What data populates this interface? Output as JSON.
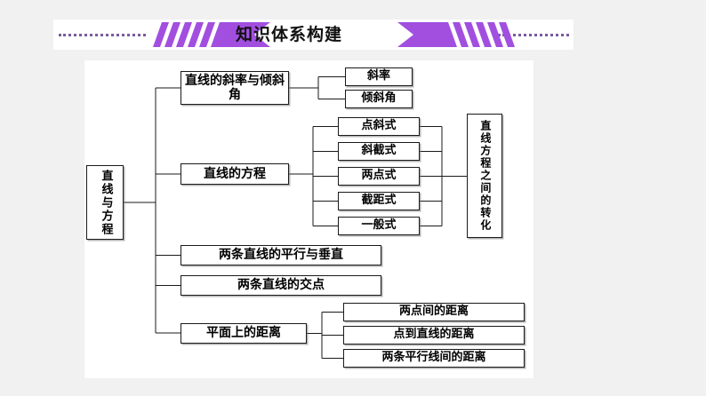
{
  "header": {
    "title": "知识体系构建",
    "accent_color": "#a24fe0",
    "dot_color": "#7a5a9e",
    "bar_background": "#ffffff"
  },
  "page": {
    "background": "#f1f1f1",
    "panel_background": "#ffffff"
  },
  "diagram": {
    "type": "tree",
    "line_color": "#1a1a1a",
    "root": {
      "label": "直线与方程",
      "orientation": "vertical"
    },
    "branches": [
      {
        "label": "直线的斜率与倾斜角",
        "children": [
          {
            "label": "斜率"
          },
          {
            "label": "倾斜角"
          }
        ]
      },
      {
        "label": "直线的方程",
        "children": [
          {
            "label": "点斜式"
          },
          {
            "label": "斜截式"
          },
          {
            "label": "两点式"
          },
          {
            "label": "截距式"
          },
          {
            "label": "一般式"
          }
        ],
        "aggregate": {
          "label": "直线方程之间的转化",
          "orientation": "vertical"
        }
      },
      {
        "label": "两条直线的平行与垂直",
        "children": []
      },
      {
        "label": "两条直线的交点",
        "children": []
      },
      {
        "label": "平面上的距离",
        "children": [
          {
            "label": "两点间的距离"
          },
          {
            "label": "点到直线的距离"
          },
          {
            "label": "两条平行线间的距离"
          }
        ]
      }
    ]
  }
}
